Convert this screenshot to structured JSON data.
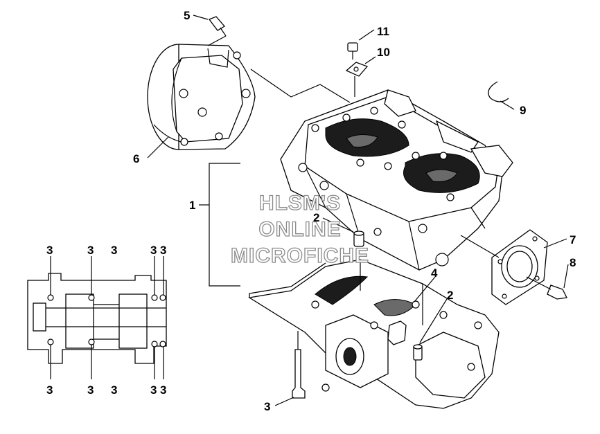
{
  "callouts": {
    "c1": "1",
    "c2a": "2",
    "c2b": "2",
    "c3main": "3",
    "c4": "4",
    "c5": "5",
    "c6": "6",
    "c7": "7",
    "c8": "8",
    "c9": "9",
    "c10": "10",
    "c11": "11"
  },
  "bolt_pattern": {
    "top": [
      "3",
      "3",
      "3",
      "3",
      "3"
    ],
    "bottom": [
      "3",
      "3",
      "3",
      "3",
      "3"
    ]
  },
  "watermark": [
    "HLSM'S",
    "ONLINE",
    "MICROFICHE"
  ]
}
